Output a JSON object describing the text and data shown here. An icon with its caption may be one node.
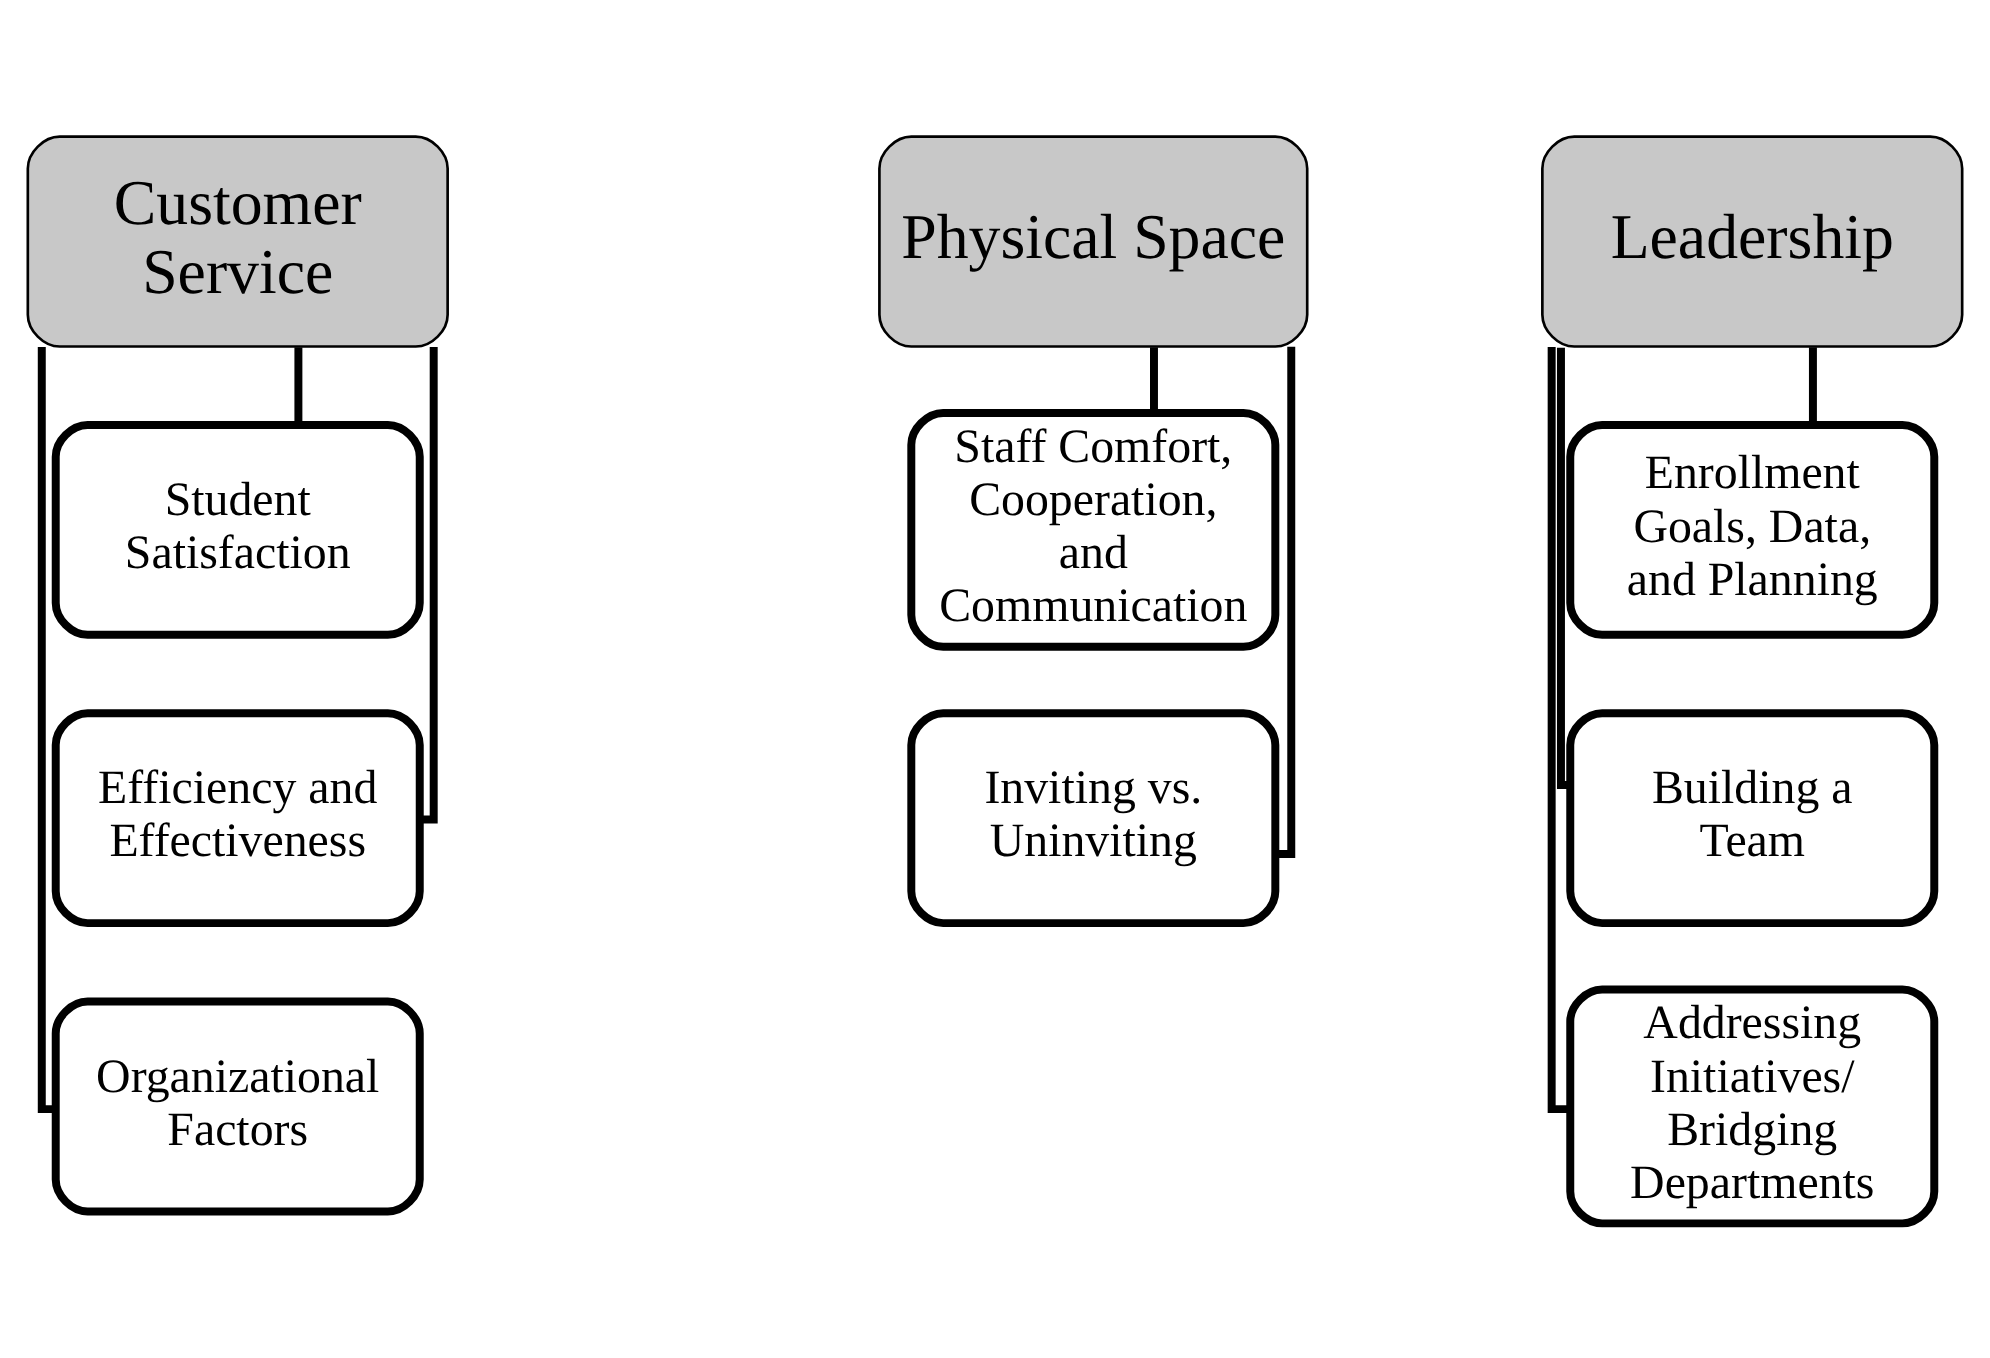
{
  "diagram": {
    "nodes": [
      {
        "text": [
          "Customer Service"
        ]
      },
      {
        "text": [
          "Student Satisfaction"
        ]
      },
      {
        "text": [
          "Efficiency and Effectiveness"
        ]
      },
      {
        "text": [
          "Organizational Factors"
        ]
      },
      {
        "text": [
          "Physical Space"
        ]
      },
      {
        "text": [
          "Staff Comfort, Cooperation, and Communication"
        ]
      },
      {
        "text": [
          "Inviting vs. Uninviting"
        ]
      },
      {
        "text": [
          "Leadership"
        ]
      },
      {
        "text": [
          "Enrollment Goals, Data, and Planning"
        ]
      },
      {
        "text": [
          "Building a Team"
        ]
      },
      {
        "text": [
          "Addressing Initiatives/ Bridging Departments"
        ]
      }
    ],
    "edges": [
      {
        "from": 0,
        "to": 1,
        "arrow": "none"
      },
      {
        "from": 0,
        "to": 2,
        "arrow": "none"
      },
      {
        "from": 0,
        "to": 3,
        "arrow": "none"
      },
      {
        "from": 4,
        "to": 5,
        "arrow": "none"
      },
      {
        "from": 4,
        "to": 6,
        "arrow": "none"
      },
      {
        "from": 7,
        "to": 8,
        "arrow": "none"
      },
      {
        "from": 7,
        "to": 9,
        "arrow": "none"
      },
      {
        "from": 7,
        "to": 10,
        "arrow": "none"
      }
    ]
  }
}
